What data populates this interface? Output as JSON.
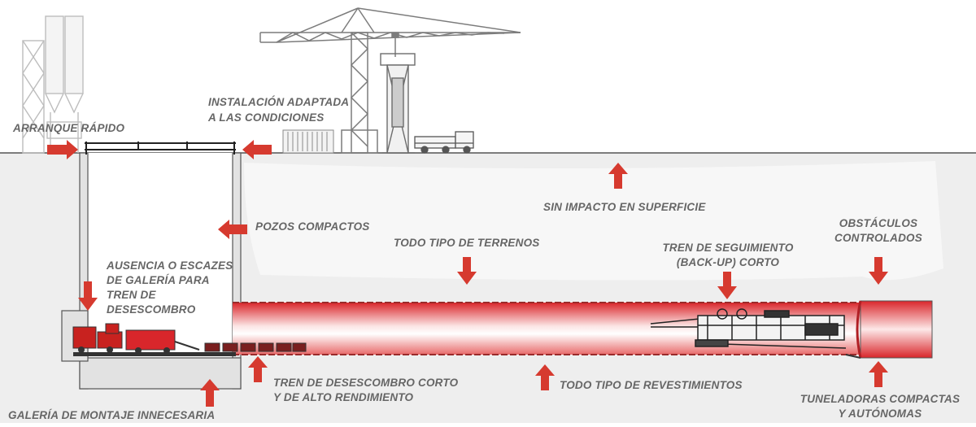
{
  "labels": {
    "arranque": "ARRANQUE RÁPIDO",
    "instalacion_1": "INSTALACIÓN ADAPTADA",
    "instalacion_2": "A LAS CONDICIONES",
    "sin_impacto": "SIN IMPACTO EN SUPERFICIE",
    "pozos": "POZOS COMPACTOS",
    "terrenos": "TODO TIPO DE TERRENOS",
    "backup_1": "TREN DE SEGUIMIENTO",
    "backup_2": "(BACK-UP) CORTO",
    "obstaculos_1": "OBSTÁCULOS",
    "obstaculos_2": "CONTROLADOS",
    "ausencia_1": "AUSENCIA O ESCAZES",
    "ausencia_2": "DE GALERÍA PARA",
    "ausencia_3": "TREN DE",
    "ausencia_4": "DESESCOMBRO",
    "tren_1": "TREN DE DESESCOMBRO CORTO",
    "tren_2": "Y DE ALTO RENDIMIENTO",
    "revestimientos": "TODO TIPO DE REVESTIMIENTOS",
    "galeria": "GALERÍA DE MONTAJE INNECESARIA",
    "tuneladoras_1": "TUNELADORAS COMPACTAS",
    "tuneladoras_2": "Y AUTÓNOMAS"
  },
  "colors": {
    "accent_red": "#d9262b",
    "arrow_red": "#d63a2f",
    "ground_gray": "#ececec",
    "line_gray": "#555555",
    "label_gray": "#666666",
    "structure_gray": "#8a8a8a"
  },
  "icons": [
    "tower-crane-icon",
    "silo-plant-icon",
    "mixing-tower-icon",
    "container-icon",
    "truck-icon",
    "muck-train-icon",
    "backup-train-icon",
    "tbm-cutterhead-icon",
    "arrow-icon"
  ]
}
